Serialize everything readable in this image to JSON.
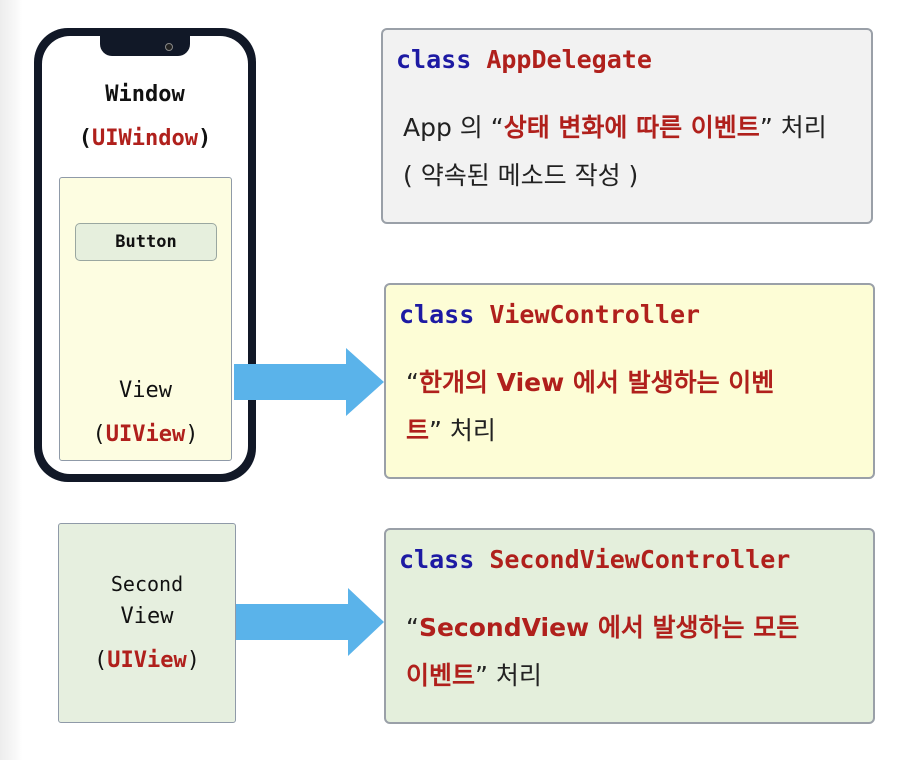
{
  "phone": {
    "window_label": "Window",
    "window_class": "UIWindow",
    "button_label": "Button",
    "view_label": "View",
    "view_class": "UIView"
  },
  "second_view": {
    "label_line1": "Second",
    "label_line2": "View",
    "view_class": "UIView"
  },
  "app_delegate": {
    "keyword": "class",
    "name": "AppDelegate",
    "desc1_prefix": "App 의 “",
    "desc1_highlight": "상태 변화에 따른 이벤트",
    "desc1_suffix": "” 처리",
    "desc2": "( 약속된 메소드 작성 )"
  },
  "view_controller": {
    "keyword": "class",
    "name": "ViewController",
    "desc1_prefix": "“",
    "desc1_highlight": "한개의 View 에서 발생하는 이벤",
    "desc2_highlight": "트",
    "desc2_suffix": "” 처리"
  },
  "second_view_controller": {
    "keyword": "class",
    "name": "SecondViewController",
    "desc1_prefix": "“",
    "desc1_highlight": "SecondView 에서 발생하는 모든",
    "desc2_highlight": "이벤트",
    "desc2_suffix": "” 처리"
  },
  "colors": {
    "keyword": "#1d1aa3",
    "highlight": "#b0201c",
    "arrow": "#5ab3ea"
  }
}
